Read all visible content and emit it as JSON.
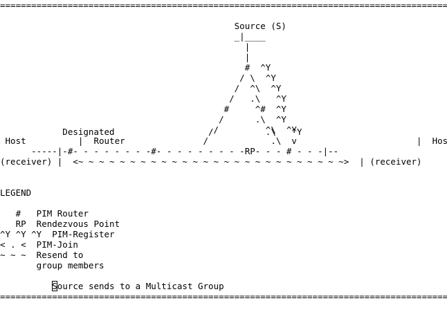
{
  "art": {
    "lines": [
      "===================================================================================================",
      "",
      "                                             Source (S)",
      "                                             _|____",
      "                                               |",
      "                                               |",
      "                                               #  ^Y",
      "                                              / \\  ^Y",
      "                                             /  ^\\  ^Y",
      "                                            /   .\\   ^Y",
      "                                           #     ^#  ^Y",
      "                                          /      .\\  ^Y",
      "                                         /         ^\\  ^Y",
      "            Designated                  /          .\\   ^Y",
      " Host          |  Router               /            .\\  v                       |  Host",
      "      -----|-#- - - - - - - -#- - - - - - - - -RP- - - # - - -|--",
      "(receiver) |  <~ ~ ~ ~ ~ ~ ~ ~ ~ ~ ~ ~ ~ ~ ~ ~ ~ ~ ~ ~ ~ ~ ~ ~ ~ ~>  | (receiver)",
      "",
      "",
      "LEGEND",
      "",
      "   #   PIM Router",
      "   RP  Rendezvous Point",
      "^Y ^Y ^Y  PIM-Register",
      "< . <  PIM-Join",
      "~ ~ ~  Resend to",
      "       group members",
      "",
      "          Source sends to a Multicast Group",
      "==================================================================================================="
    ],
    "cursor_char": "S",
    "footer_rest": "ource sends to a Multicast Group",
    "footer_indent": "          "
  }
}
